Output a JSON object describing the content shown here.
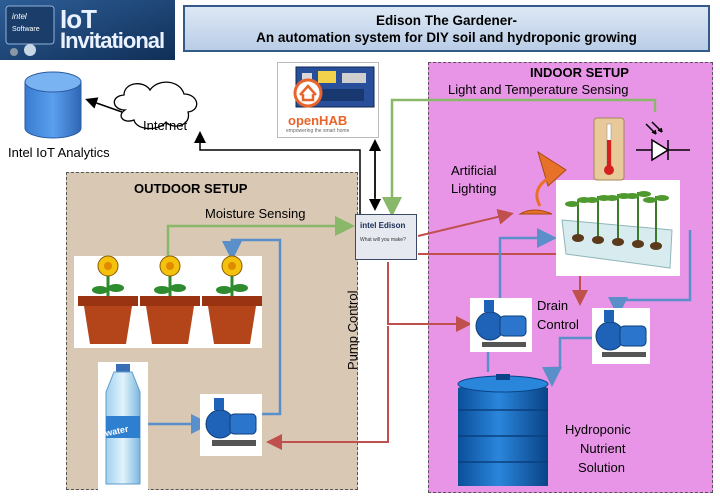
{
  "title": {
    "line1": "Edison The Gardener-",
    "line2": "An automation system for DIY soil and hydroponic growing"
  },
  "logo": {
    "badge_brand": "intel",
    "badge_sub": "Software",
    "line1": "IoT",
    "line2": "Invitational"
  },
  "nodes": {
    "cloud_label": "Internet",
    "analytics_label": "Intel IoT Analytics",
    "openhab_text": "openHAB",
    "openhab_tagline": "empowering the smart home",
    "edison_brand": "intel Edison",
    "edison_sub": "What will you make?"
  },
  "outdoor": {
    "header": "OUTDOOR SETUP",
    "moisture_label": "Moisture Sensing",
    "pump_label": "Pump Control",
    "bottle_label": "water"
  },
  "indoor": {
    "header": "INDOOR SETUP",
    "light_temp_label": "Light and Temperature Sensing",
    "lighting_label_line1": "Artificial",
    "lighting_label_line2": "Lighting",
    "drain_label_line1": "Drain",
    "drain_label_line2": "Control",
    "nutrient_line1": "Hydroponic",
    "nutrient_line2": "Nutrient",
    "nutrient_line3": "Solution"
  },
  "colors": {
    "title_border": "#355a8a",
    "outdoor_bg": "#d8c8b4",
    "indoor_bg": "#e995e7",
    "green_arrow": "#8ab86a",
    "blue_arrow": "#5b8fc9",
    "red_arrow": "#c0504d",
    "black_arrow": "#000000",
    "tank_blue": "#1e6fc0"
  }
}
